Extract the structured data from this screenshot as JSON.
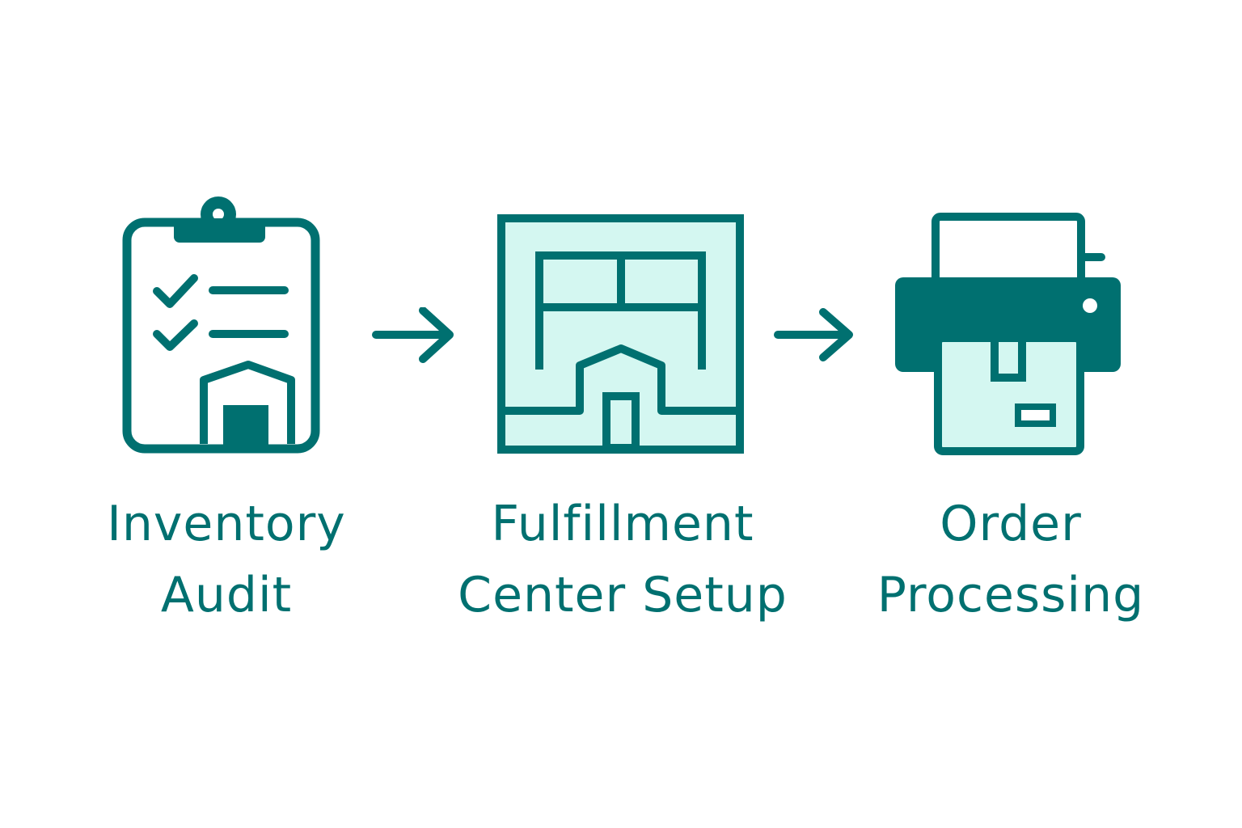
{
  "colors": {
    "primary": "#007070",
    "fill": "#d4f7f1",
    "background": "#ffffff"
  },
  "steps": [
    {
      "icon": "clipboard-checklist-warehouse-icon",
      "label_lines": [
        "Inventory",
        "Audit"
      ]
    },
    {
      "icon": "fulfillment-center-building-icon",
      "label_lines": [
        "Fulfillment",
        "Center Setup"
      ]
    },
    {
      "icon": "printer-package-icon",
      "label_lines": [
        "Order",
        "Processing"
      ]
    }
  ],
  "connectors": [
    "arrow-right-icon",
    "arrow-right-icon"
  ]
}
